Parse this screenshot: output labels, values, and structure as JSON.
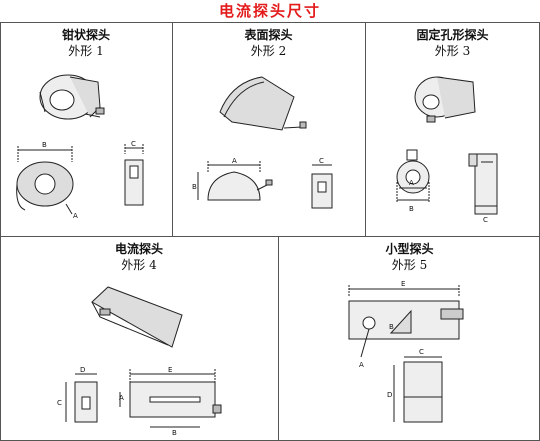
{
  "page_title": "电流探头尺寸",
  "colors": {
    "title": "#e31b1b",
    "border": "#555555",
    "ink": "#222222"
  },
  "panels": [
    {
      "name": "钳状探头",
      "shape": "外形 1",
      "dims": [
        "A",
        "B",
        "C"
      ]
    },
    {
      "name": "表面探头",
      "shape": "外形 2",
      "dims": [
        "A",
        "B",
        "C"
      ]
    },
    {
      "name": "固定孔形探头",
      "shape": "外形 3",
      "dims": [
        "A",
        "B",
        "C"
      ]
    },
    {
      "name": "电流探头",
      "shape": "外形 4",
      "dims": [
        "A",
        "B",
        "C",
        "D",
        "E"
      ]
    },
    {
      "name": "小型探头",
      "shape": "外形 5",
      "dims": [
        "A",
        "B",
        "C",
        "D",
        "E"
      ]
    }
  ]
}
